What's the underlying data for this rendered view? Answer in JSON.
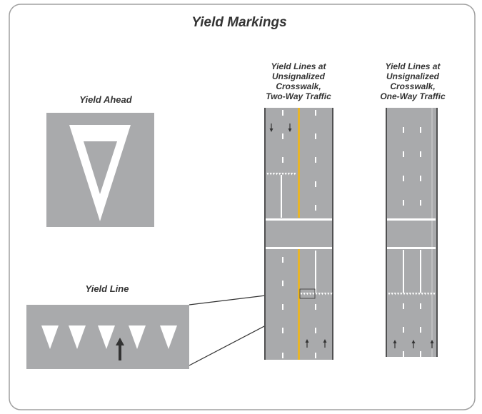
{
  "title": "Yield Markings",
  "panels": {
    "yield_ahead": {
      "label": "Yield Ahead"
    },
    "yield_line": {
      "label": "Yield Line"
    },
    "two_way": {
      "label_lines": [
        "Yield Lines at",
        "Unsignalized",
        "Crosswalk,",
        "Two-Way Traffic"
      ]
    },
    "one_way": {
      "label_lines": [
        "Yield Lines at",
        "Unsignalized",
        "Crosswalk,",
        "One-Way Traffic"
      ]
    }
  },
  "colors": {
    "pavement": "#a9aaac",
    "marking": "#ffffff",
    "center_line": "#e8b52a",
    "edge": "#333333",
    "frame": "#999999"
  }
}
